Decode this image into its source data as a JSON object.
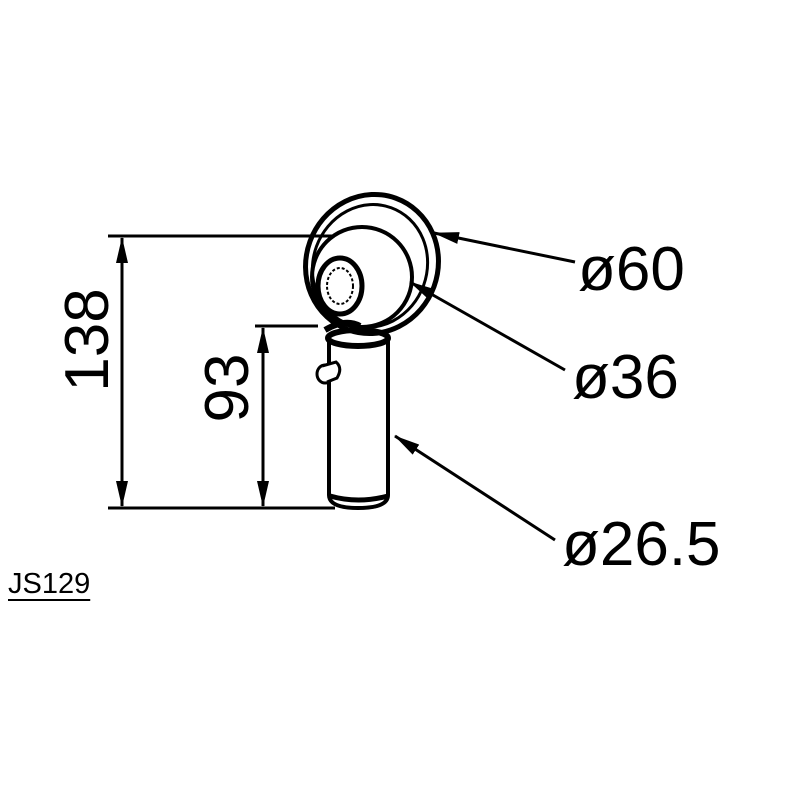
{
  "part_code": "JS129",
  "dimensions": {
    "overall_height": "138",
    "tube_height": "93",
    "ring_outer_diameter": "ø60",
    "ring_inner_diameter": "ø36",
    "tube_diameter": "ø26.5"
  }
}
